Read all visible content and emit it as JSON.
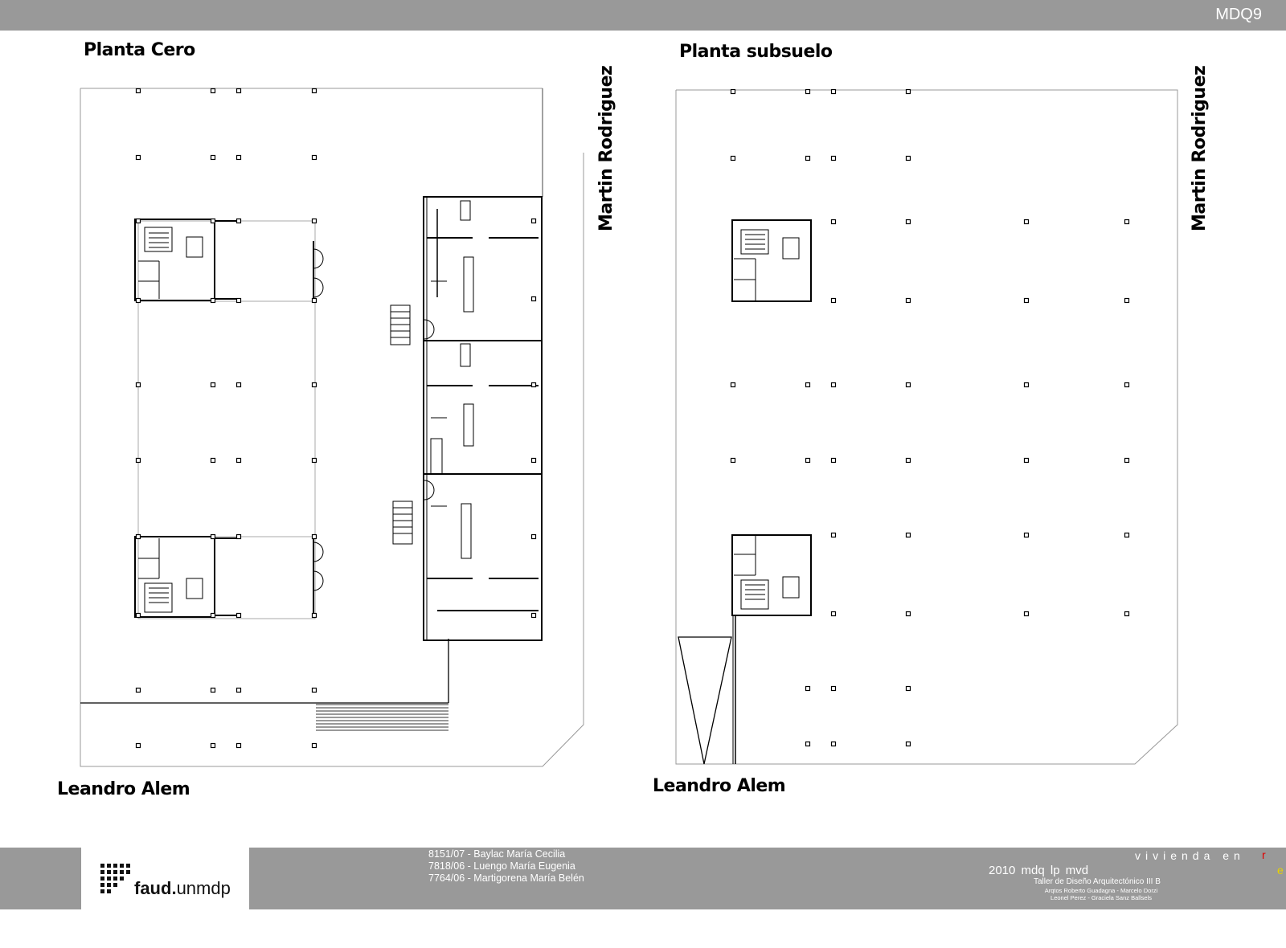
{
  "header": {
    "sheet_code": "MDQ9"
  },
  "plans": [
    {
      "title": "Planta Cero",
      "street_side": "Martin Rodriguez",
      "street_bottom": "Leandro Alem"
    },
    {
      "title": "Planta subsuelo",
      "street_side": "Martin Rodriguez",
      "street_bottom": "Leandro Alem"
    }
  ],
  "footer": {
    "logo": {
      "bold": "faud.",
      "rest": "unmdp"
    },
    "authors": [
      "8151/07 - Baylac María Cecilia",
      "7818/06 - Luengo María Eugenia",
      "7764/06 - Martigorena María Belén"
    ],
    "series": "vivienda en",
    "letter_r": "r",
    "letter_e": "e",
    "year_line": "2010  mdq  lp  mvd",
    "taller": "Taller de Diseño Arquitectónico III B",
    "arqtos_1": "Arqtos Roberto Guadagna - Marcelo Dorzi",
    "arqtos_2": "Leonel Perez - Graciela Sanz Ballsels"
  },
  "colors": {
    "bar": "#999999",
    "accent_r": "#e00000",
    "accent_e": "#e8d200"
  }
}
